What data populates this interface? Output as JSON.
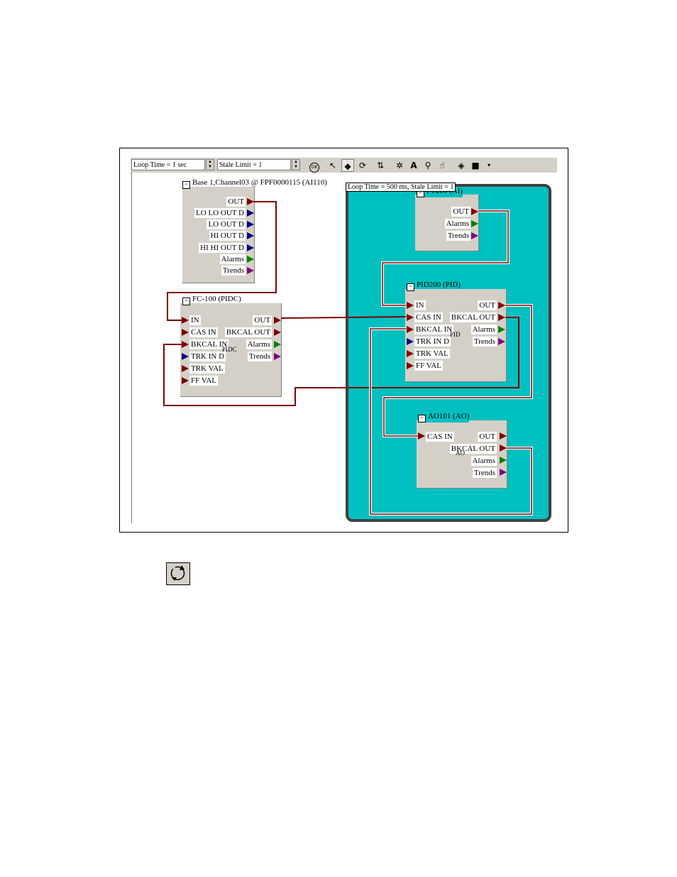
{
  "toolbar": {
    "loop_time": "Loop Time = 1 sec",
    "stale_limit": "Stale Limit = 1",
    "buttons": [
      "ok-icon",
      "pointer-icon",
      "link-icon",
      "loop-icon",
      "move-icon",
      "zoom-fit-icon",
      "text-icon",
      "magnify-icon",
      "hand-icon",
      "fill-icon",
      "color-icon",
      "dropdown-icon"
    ]
  },
  "blocks": {
    "ai110": {
      "title": "Base 1,Channel03 @ FPF0000115 (AI110)",
      "ports": [
        "OUT",
        "LO LO OUT D",
        "LO OUT D",
        "HI OUT D",
        "HI HI OUT D",
        "Alarms",
        "Trends"
      ]
    },
    "fc100": {
      "title": "FC-100 (PIDC)",
      "in_ports": [
        "IN",
        "CAS IN",
        "BKCAL IN",
        "TRK IN D",
        "TRK VAL",
        "FF VAL"
      ],
      "out_ports": [
        "OUT",
        "BKCAL OUT",
        "Alarms",
        "Trends"
      ],
      "type_label": "PIDC"
    },
    "ft200": {
      "title": "FT200 (AI)",
      "ports": [
        "OUT",
        "Alarms",
        "Trends"
      ]
    },
    "pid200": {
      "title": "PID200 (PID)",
      "in_ports": [
        "IN",
        "CAS IN",
        "BKCAL IN",
        "TRK IN D",
        "TRK VAL",
        "FF VAL"
      ],
      "out_ports": [
        "OUT",
        "BKCAL OUT",
        "Alarms",
        "Trends"
      ],
      "type_label": "PID"
    },
    "ao101": {
      "title": "AO101 (AO)",
      "in_ports": [
        "CAS IN"
      ],
      "out_ports": [
        "OUT",
        "BKCAL OUT",
        "Alarms",
        "Trends"
      ],
      "type_label": "AO"
    }
  },
  "loop": {
    "label": "Loop Time = 500 ms, Stale Limit = 1",
    "color": "#00c0c0"
  },
  "colors": {
    "wire": "#800000",
    "port_red": "#800000",
    "port_blue": "#000080",
    "port_green": "#008000",
    "port_purple": "#800080"
  },
  "figure_icon": "loop-icon"
}
